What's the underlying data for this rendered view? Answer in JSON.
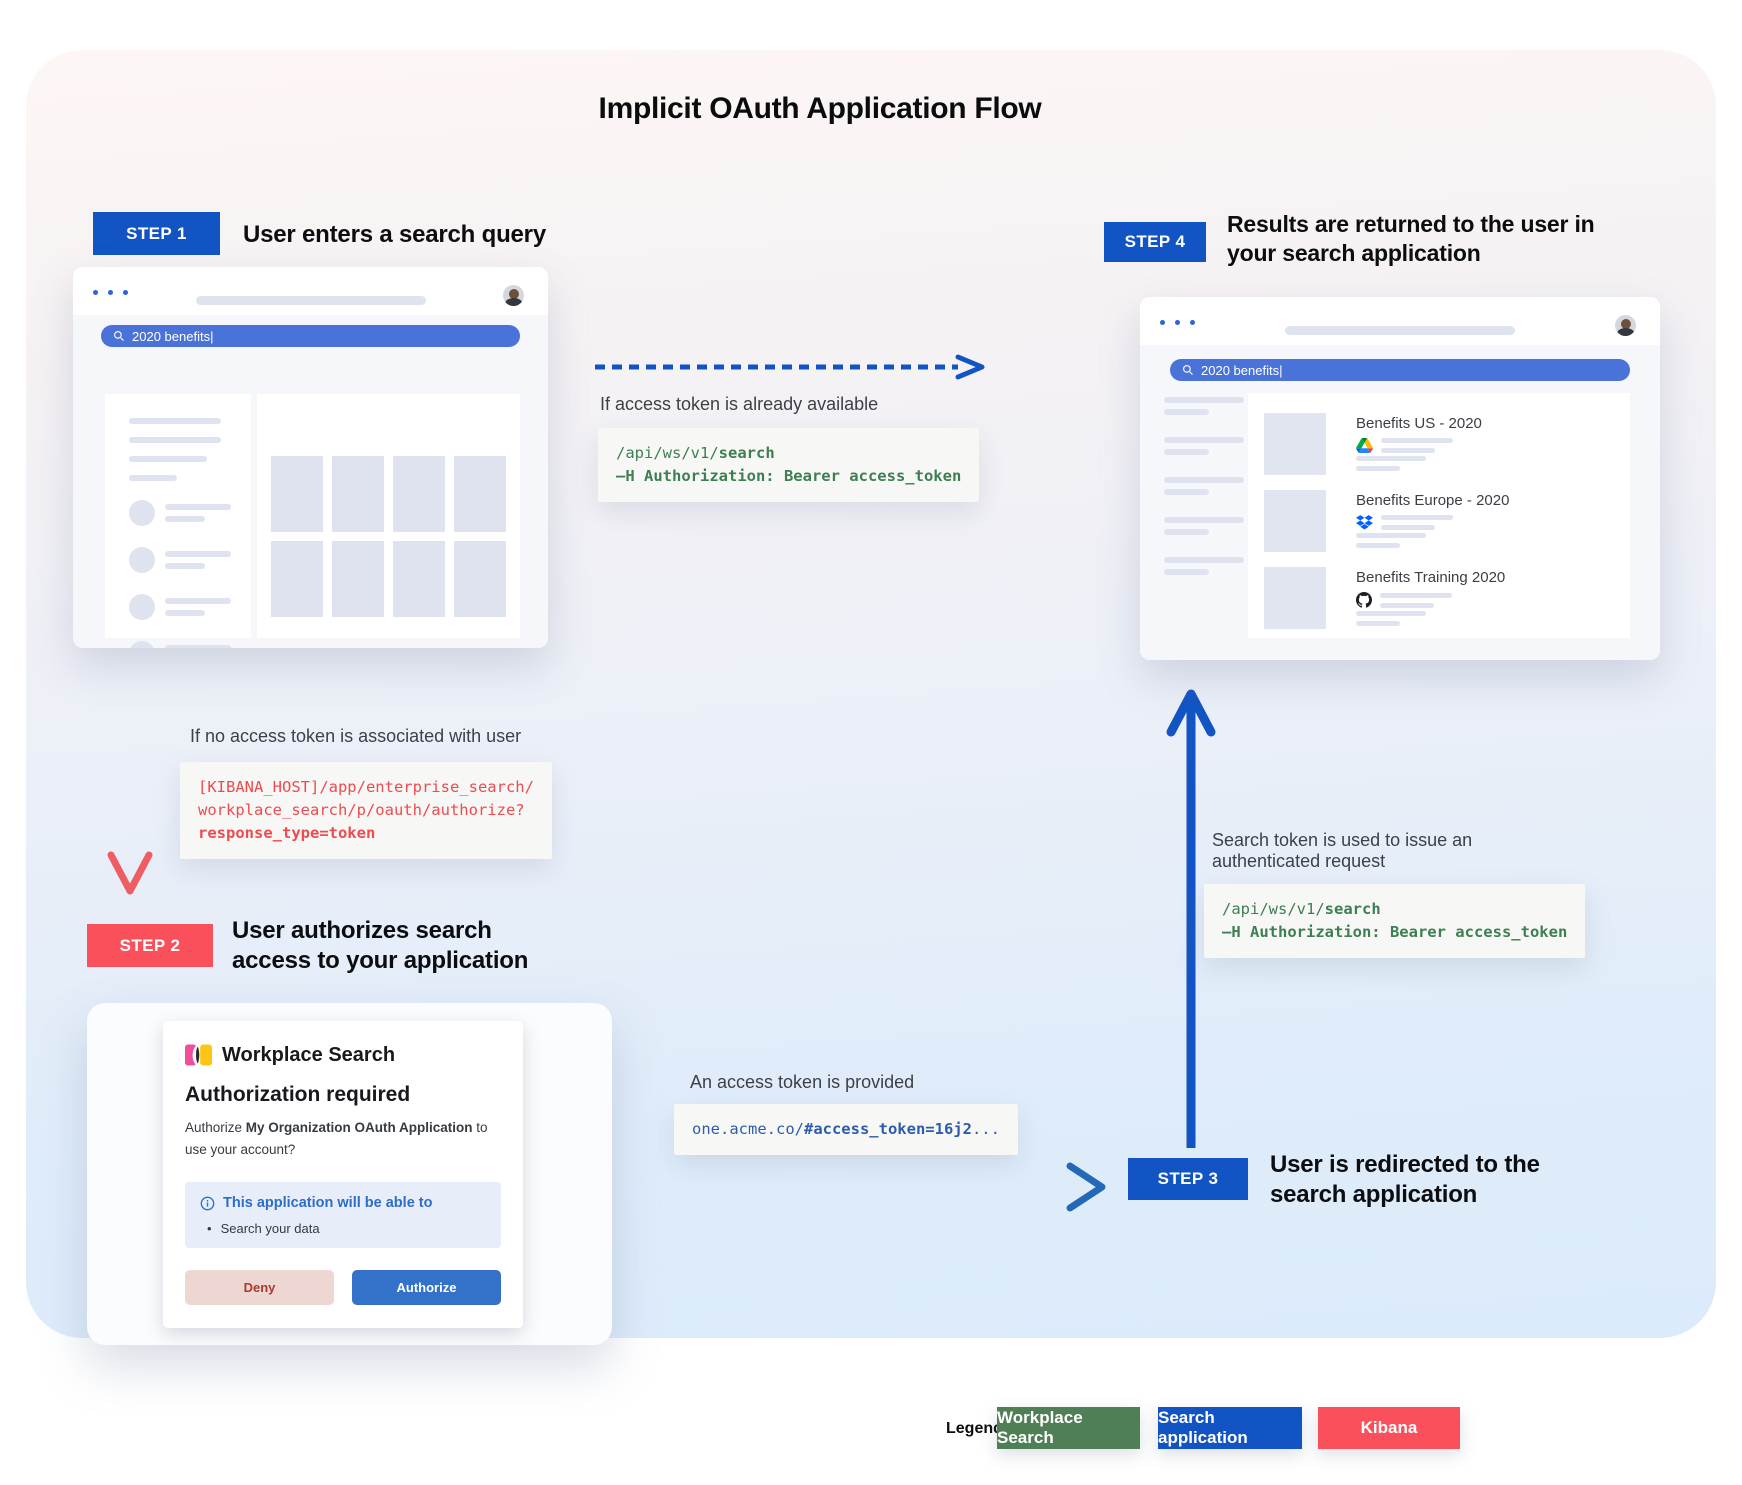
{
  "title": "Implicit OAuth Application Flow",
  "steps": {
    "step1": {
      "badge": "STEP 1",
      "heading": "User enters a search query"
    },
    "step2": {
      "badge": "STEP 2",
      "heading": "User authorizes search access to your application"
    },
    "step3": {
      "badge": "STEP 3",
      "heading": "User is redirected to the search application"
    },
    "step4": {
      "badge": "STEP 4",
      "heading": "Results are returned to the user in your search application"
    }
  },
  "browser1": {
    "search_query": "2020 benefits|"
  },
  "browser2": {
    "search_query": "2020 benefits|",
    "results": [
      {
        "title": "Benefits US - 2020",
        "source_icon": "google-drive-icon"
      },
      {
        "title": "Benefits Europe - 2020",
        "source_icon": "dropbox-icon"
      },
      {
        "title": "Benefits Training 2020",
        "source_icon": "github-icon"
      }
    ]
  },
  "annotations": {
    "token_available": "If access token is already available",
    "no_token": "If no access token is associated with user",
    "token_provided": "An access token is provided",
    "token_used_line1": "Search token is used to issue an",
    "token_used_line2": "authenticated request"
  },
  "code": {
    "search_api": {
      "pre": "/api/ws/v1/",
      "bold": "search",
      "line2": "–H Authorization: Bearer access_token"
    },
    "authorize_url": {
      "l1": "[KIBANA_HOST]/app/enterprise_search/",
      "l2": "workplace_search/p/oauth/authorize?",
      "l3_bold": "response_type=token"
    },
    "redirect_url": {
      "pre": "one.acme.co/",
      "bold": "#access_token=16j2",
      "tail": "..."
    }
  },
  "dialog": {
    "app_name": "Workplace Search",
    "title": "Authorization required",
    "body_pre": "Authorize ",
    "body_bold": "My Organization OAuth Application",
    "body_post": " to use your account?",
    "info_title": "This application will be able to",
    "info_bullet": "Search your data",
    "deny_label": "Deny",
    "authorize_label": "Authorize"
  },
  "legend": {
    "label": "Legend",
    "items": [
      {
        "label": "Workplace Search",
        "color": "#507e55"
      },
      {
        "label": "Search application",
        "color": "#1254c4"
      },
      {
        "label": "Kibana",
        "color": "#f9505c"
      }
    ]
  },
  "icons": [
    "search-icon",
    "avatar",
    "google-drive-icon",
    "dropbox-icon",
    "github-icon",
    "info-icon",
    "workplace-search-logo",
    "browser-dots"
  ],
  "colors": {
    "step_blue": "#1254c4",
    "step_red": "#f9505c",
    "legend_green": "#507e55",
    "code_green": "#3d7e52",
    "code_red": "#ef4a4f",
    "code_blue": "#2d5cad",
    "search_bar_blue": "#4a73d9",
    "authorize_blue": "#3372c8"
  }
}
